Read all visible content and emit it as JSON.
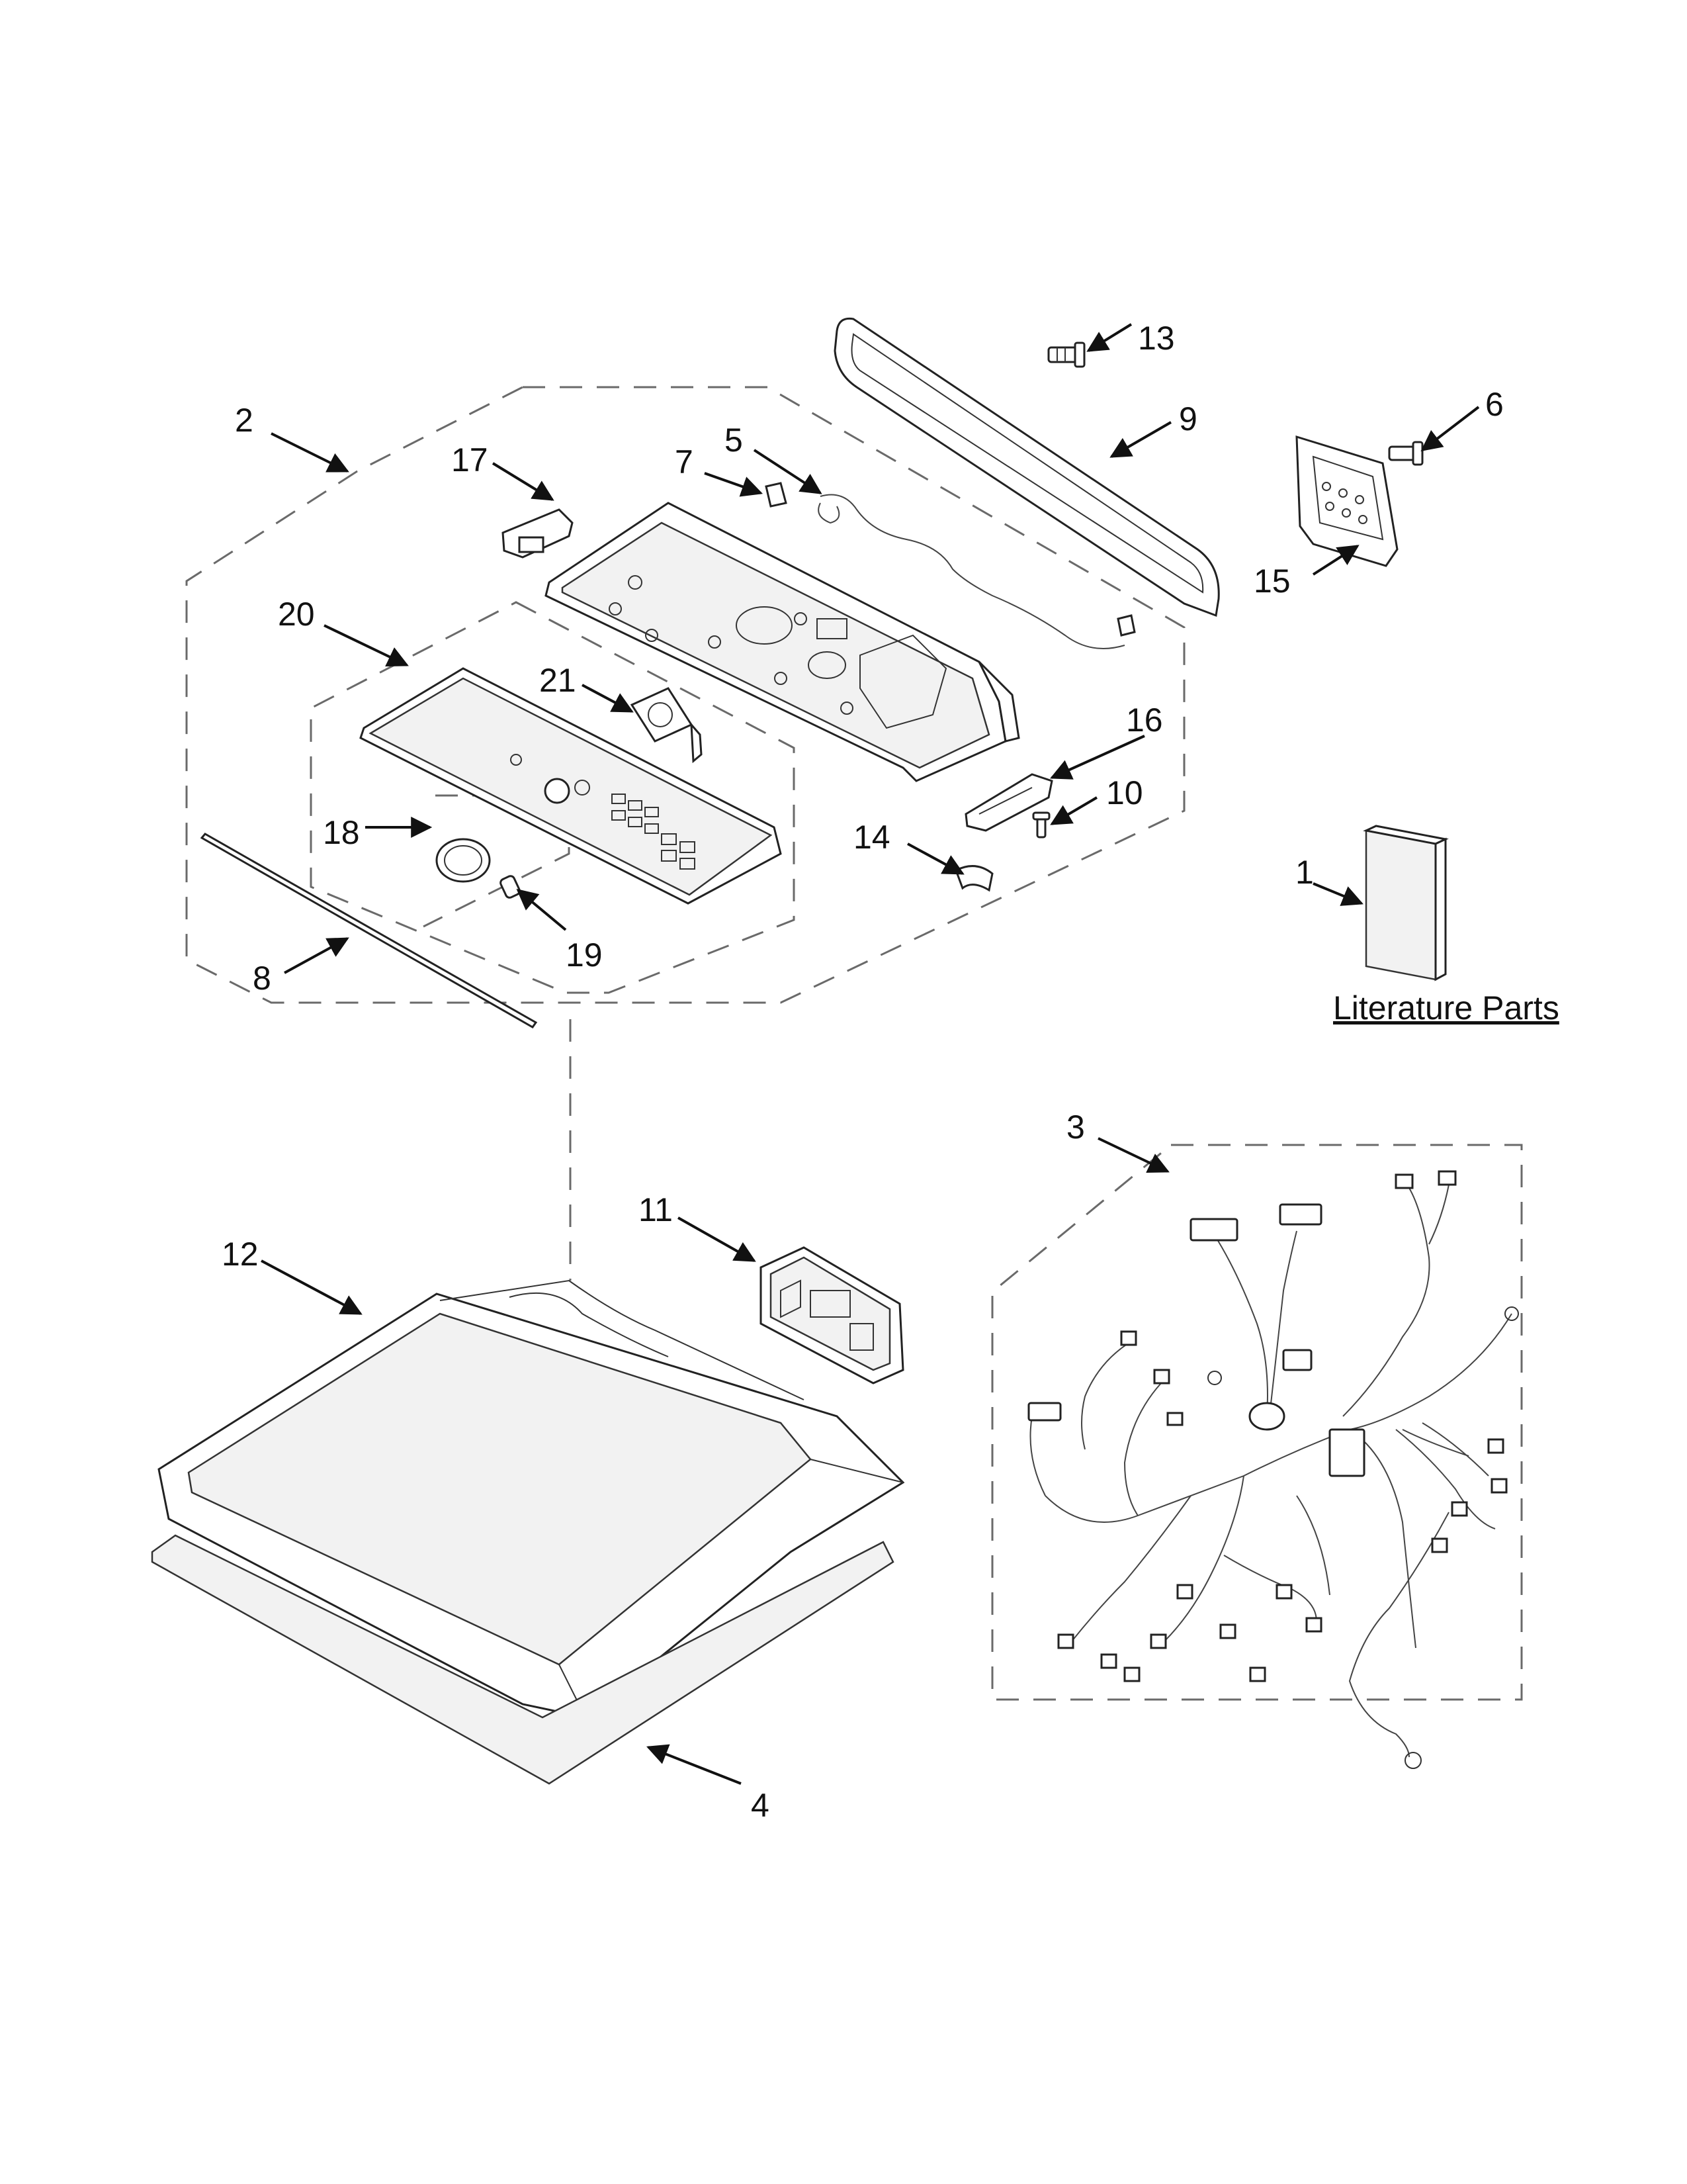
{
  "callouts": [
    {
      "id": "1",
      "label": "1"
    },
    {
      "id": "2",
      "label": "2"
    },
    {
      "id": "3",
      "label": "3"
    },
    {
      "id": "4",
      "label": "4"
    },
    {
      "id": "5",
      "label": "5"
    },
    {
      "id": "6",
      "label": "6"
    },
    {
      "id": "7",
      "label": "7"
    },
    {
      "id": "8",
      "label": "8"
    },
    {
      "id": "9",
      "label": "9"
    },
    {
      "id": "10",
      "label": "10"
    },
    {
      "id": "11",
      "label": "11"
    },
    {
      "id": "12",
      "label": "12"
    },
    {
      "id": "13",
      "label": "13"
    },
    {
      "id": "14",
      "label": "14"
    },
    {
      "id": "15",
      "label": "15"
    },
    {
      "id": "16",
      "label": "16"
    },
    {
      "id": "17",
      "label": "17"
    },
    {
      "id": "18",
      "label": "18"
    },
    {
      "id": "19",
      "label": "19"
    },
    {
      "id": "20",
      "label": "20"
    },
    {
      "id": "21",
      "label": "21"
    }
  ],
  "literature_label": "Literature Parts"
}
